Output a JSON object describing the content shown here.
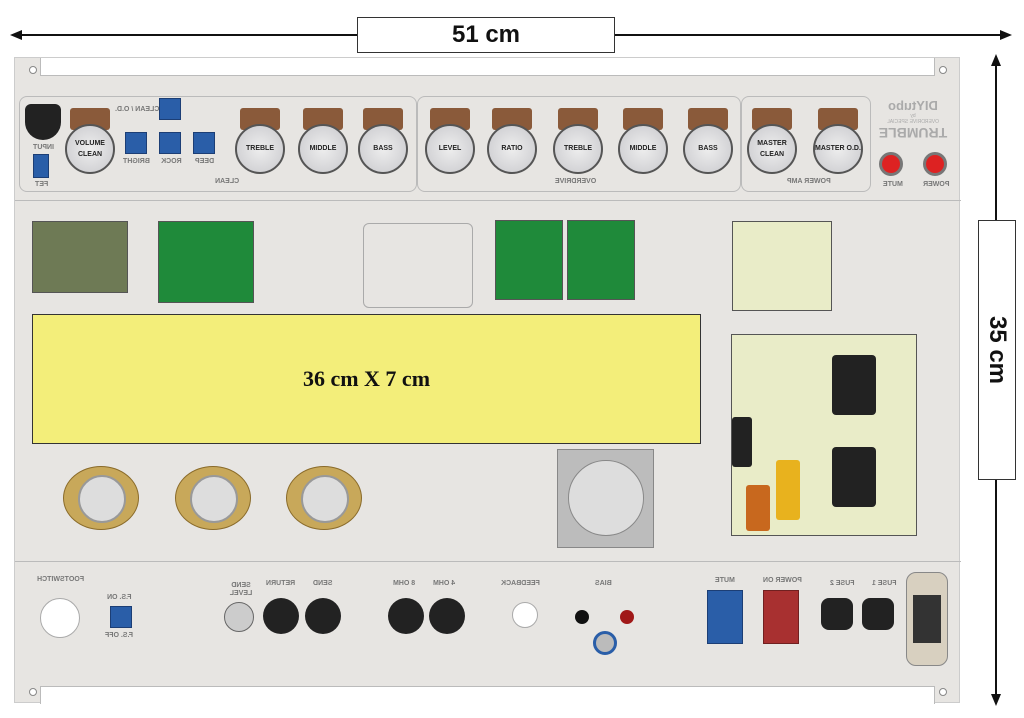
{
  "dimensions": {
    "width": "51 cm",
    "height": "35 cm",
    "yellow_area": "36 cm X 7 cm"
  },
  "front_panel": {
    "input_label": "INPUT",
    "fet_label": "FET",
    "clean_od_label": "CLEAN / O.D.",
    "bright_label": "BRIGHT",
    "rock_label": "ROCK",
    "deep_label": "DEEP",
    "group_labels": [
      "CLEAN",
      "OVERDRIVE",
      "POWER AMP"
    ],
    "pots": [
      "VOLUME CLEAN",
      "TREBLE",
      "MIDDLE",
      "BASS",
      "LEVEL",
      "RATIO",
      "TREBLE",
      "MIDDLE",
      "BASS",
      "MASTER CLEAN",
      "MASTER O.D."
    ],
    "logo": {
      "title": "TRUMBLE",
      "subtitle": "OVERDRIVE SPECIAL",
      "by": "by",
      "brand": "DIYtubo"
    },
    "mute_label": "MUTE",
    "power_label": "POWER"
  },
  "rear_panel": {
    "footswitch": "FOOTSWITCH",
    "fs_on": "F.S. ON",
    "fs_off": "F.S. OFF",
    "send_level": "SEND LEVEL",
    "return": "RETURN",
    "send": "SEND",
    "ohm8": "8 OHM",
    "ohm4": "4 OHM",
    "feedback": "FEEDBACK",
    "bias": "BIAS",
    "mute": "MUTE",
    "power_on": "POWER ON",
    "fuse2": "FUSE 2",
    "fuse1": "FUSE 1"
  },
  "colors": {
    "yellow": "#f3ee7a",
    "panel": "#e7e5e2",
    "pcb_green": "#1f8a3a",
    "switch_blue": "#2a5ea8",
    "switch_red": "#a83030"
  }
}
